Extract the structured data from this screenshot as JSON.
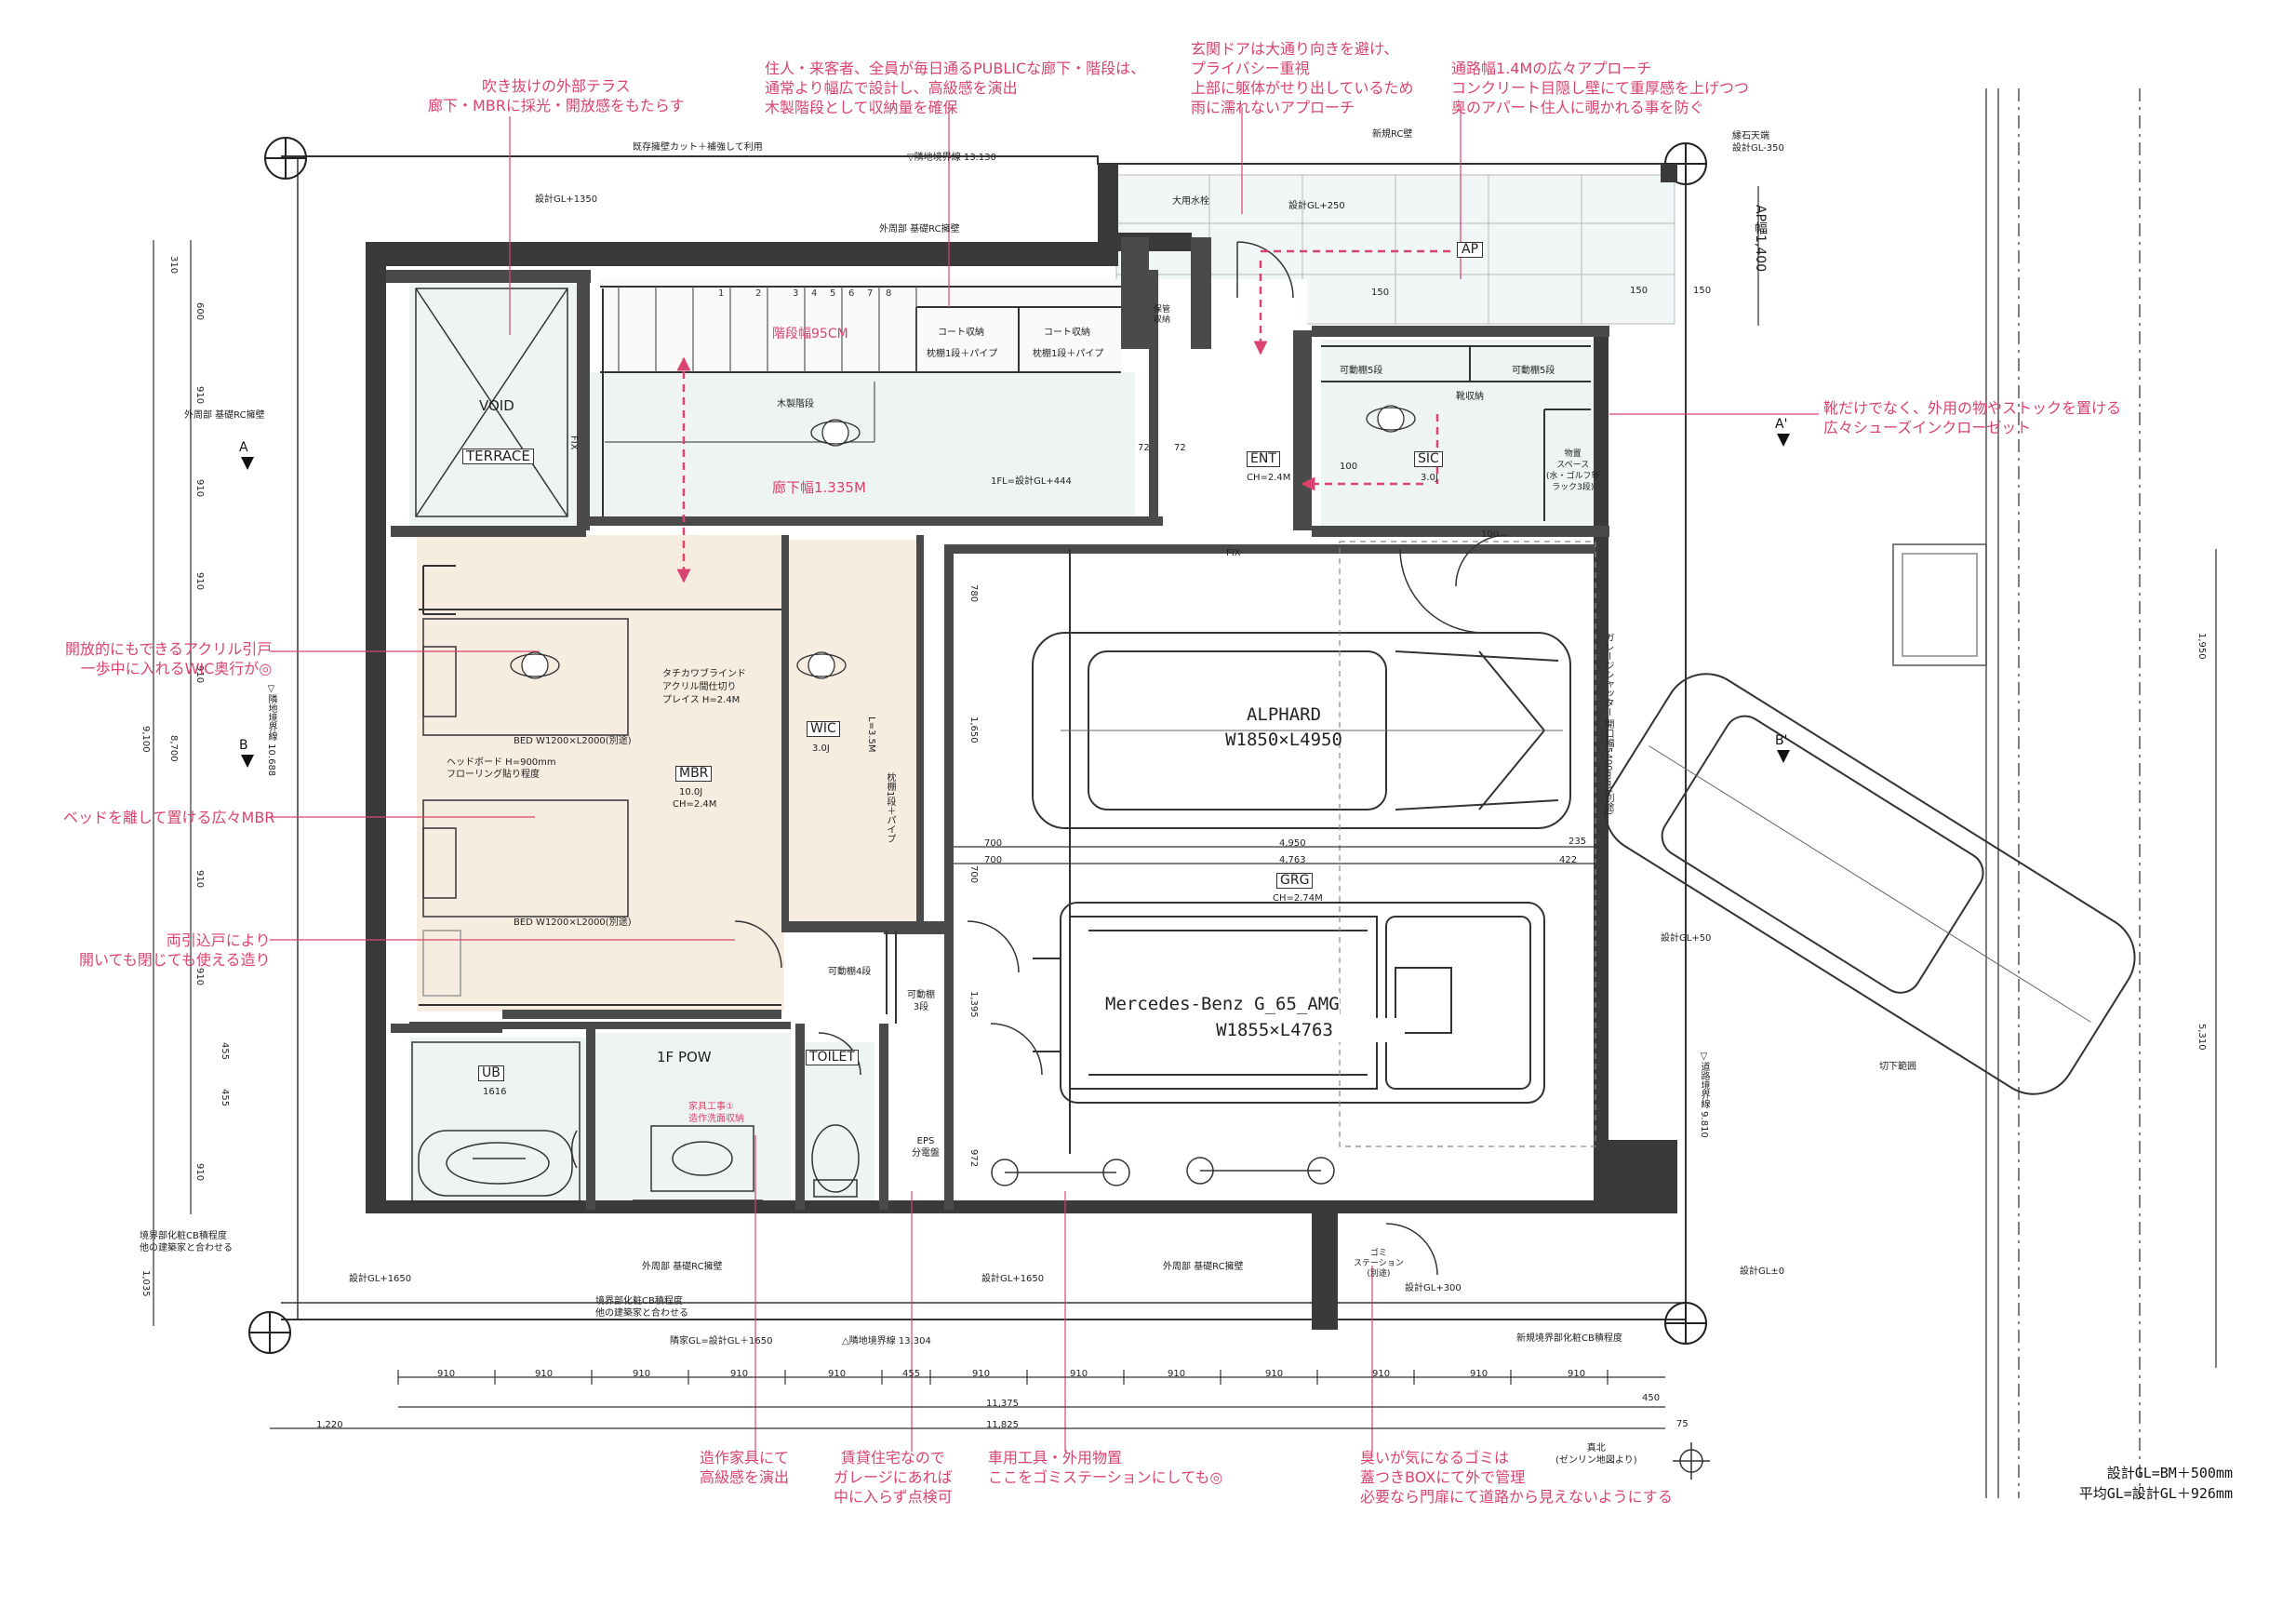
{
  "rooms": {
    "void": "VOID",
    "terrace": "TERRACE",
    "mbr": "MBR",
    "mbr_area": "10.0J",
    "mbr_ch": "CH=2.4M",
    "wic": "WIC",
    "wic_area": "3.0J",
    "ent": "ENT",
    "ent_ch": "CH=2.4M",
    "sic": "SIC",
    "sic_area": "3.0J",
    "grg": "GRG",
    "grg_ch": "CH=2.74M",
    "ub": "UB",
    "ub_size": "1616",
    "pow": "1F POW",
    "toilet": "TOILET",
    "ap": "AP"
  },
  "cars": {
    "alphard_name": "ALPHARD",
    "alphard_size": "W1850×L4950",
    "benz_name": "Mercedes-Benz G_65_AMG",
    "benz_size": "W1855×L4763"
  },
  "plan_labels": {
    "stair_width": "階段幅95CM",
    "corridor_width": "廊下幅1.335M",
    "wood_stair": "木製階段",
    "coat1": "コート収納",
    "coat1_sub": "枕棚1段＋パイプ",
    "coat2": "コート収納",
    "coat2_sub": "枕棚1段＋パイプ",
    "fl_level": "1FL=設計GL+444",
    "shoe_storage": "靴収納",
    "movable_shelf_5a": "可動棚5段",
    "movable_shelf_5b": "可動棚5段",
    "storage_space": "物置\nスペース\n(水・ゴルフ等\nラック3段)",
    "blind": "タチカワブラインド\nアクリル間仕切り\nプレイス H=2.4M",
    "bed1": "BED W1200×L2000(別途)",
    "bed2": "BED W1200×L2000(別途)",
    "headboard": "ヘッドボード H=900mm\nフローリング貼り程度",
    "wic_shelf": "枕棚1段＋パイプ",
    "movable_shelf_4": "可動棚4段",
    "movable_shelf_3": "可動棚\n3段",
    "eps": "EPS\n分電盤",
    "furniture": "家具工事①\n造作洗面収納",
    "garage_shutter": "ガレージシャッター 開口幅5400mm(別途)",
    "trash": "ゴミ\nステーション\n(別途)",
    "fix1": "FIX",
    "fix2": "FIX",
    "fix3": "FIX",
    "big_water": "大用水栓",
    "hold_storage": "保管\n収納"
  },
  "site_labels": {
    "existing_wall": "既存擁壁カット＋補強して利用",
    "road_boundary_top": "▽隣地境界線 13.130",
    "new_rc_wall": "新規RC壁",
    "design_gl_1350": "設計GL+1350",
    "design_gl_250": "設計GL+250",
    "ext_rc_wall_top": "外周部 基礎RC擁壁",
    "ext_rc_wall_left": "外周部 基礎RC擁壁",
    "ext_rc_wall_bot1": "外周部 基礎RC擁壁",
    "ext_rc_wall_bot2": "外周部 基礎RC擁壁",
    "boundary_cb1": "境界部化粧CB積程度\n他の建築家と合わせる",
    "boundary_cb2": "境界部化粧CB積程度\n他の建築家と合わせる",
    "design_gl_1650a": "設計GL+1650",
    "design_gl_1650b": "設計GL+1650",
    "adj_gl": "隣家GL=設計GL＋1650",
    "road_boundary_bot": "△隣地境界線 13.304",
    "design_gl_300": "設計GL+300",
    "design_gl_0": "設計GL±0",
    "design_gl_50": "設計GL+50",
    "design_gl_m350": "縁石天端\n設計GL-350",
    "new_cb": "新規境界部化粧CB積程度",
    "road_boundary_right": "▽道路境界線 9.810",
    "adj_boundary_left": "▽隣地境界線 10.688",
    "ap_width": "AP幅1,400",
    "dim_150a": "150",
    "dim_150b": "150",
    "dim_150c": "150",
    "dim_100a": "100",
    "dim_100b": "100",
    "dim_72a": "72",
    "dim_72b": "72",
    "cut": "切下範囲",
    "north": "真北\n(ゼンリン地図より)"
  },
  "dimensions": {
    "bottom_row": [
      "910",
      "910",
      "910",
      "910",
      "910",
      "455",
      "910",
      "910",
      "910",
      "910",
      "910",
      "910",
      "910"
    ],
    "total_11375": "11,375",
    "total_11825": "11,825",
    "dim_1220": "1,220",
    "dim_450": "450",
    "dim_75": "75",
    "left_col": [
      "310",
      "600",
      "910",
      "910",
      "910",
      "910",
      "910",
      "910",
      "455",
      "455",
      "910"
    ],
    "left_9100": "9,100",
    "left_8700": "8,700",
    "left_1035": "1,035",
    "right_1950": "1,950",
    "right_5310": "5,310",
    "car_4950": "4,950",
    "car_4763": "4,763",
    "car_700a": "700",
    "car_700b": "700",
    "car_700c": "700",
    "car_235": "235",
    "car_422": "422",
    "car_780": "780",
    "car_1650": "1,650",
    "car_1395": "1,395",
    "car_972": "972",
    "wic_l": "L=3.5M"
  },
  "annotations": {
    "void_terrace": "吹き抜けの外部テラス\n廊下・MBRに採光・開放感をもたらす",
    "public_corridor": "住人・来客者、全員が毎日通るPUBLICな廊下・階段は、\n通常より幅広で設計し、高級感を演出\n木製階段として収納量を確保",
    "entrance": "玄関ドアは大通り向きを避け、\nプライバシー重視\n上部に躯体がせり出しているため\n雨に濡れないアプローチ",
    "approach": "通路幅1.4Mの広々アプローチ\nコンクリート目隠し壁にて重厚感を上げつつ\n奥のアパート住人に覗かれる事を防ぐ",
    "sic": "靴だけでなく、外用の物やストックを置ける\n広々シューズインクローゼット",
    "acrylic": "開放的にもできるアクリル引戸\n一歩中に入れるWIC奥行が◎",
    "mbr_bed": "ベッドを離して置ける広々MBR",
    "double_door": "両引込戸により\n開いても閉じても使える造り",
    "built_in": "造作家具にて\n高級感を演出",
    "rental": "賃貸住宅なので\nガレージにあれば\n中に入らず点検可",
    "garage_tools": "車用工具・外用物置\nここをゴミステーションにしても◎",
    "trash_box": "臭いが気になるゴミは\n蓋つきBOXにて外で管理\n必要なら門扉にて道路から見えないようにする"
  },
  "footer": {
    "line1": "設計GL=BM＋500mm",
    "line2": "平均GL=設計GL＋926mm"
  },
  "section_marks": {
    "a": "A",
    "b": "B",
    "a2": "A'",
    "b2": "B'"
  },
  "stair_numbers": [
    "1",
    "2",
    "3",
    "4",
    "5",
    "6",
    "7",
    "8"
  ]
}
